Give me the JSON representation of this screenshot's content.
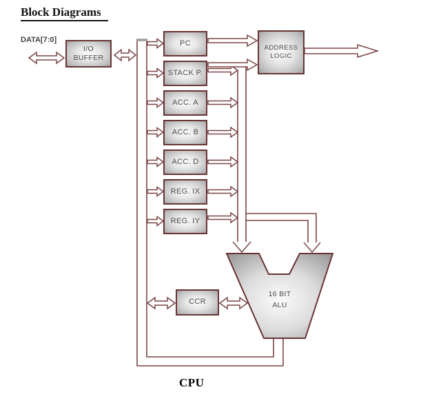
{
  "title": "Block Diagrams",
  "cpu_label": "CPU",
  "data_bus_label": "DATA[7:0]",
  "blocks": {
    "io_buffer": {
      "line1": "I/O",
      "line2": "BUFFER"
    },
    "pc": {
      "label": "PC"
    },
    "stack_pointer": {
      "label": "STACK P."
    },
    "acc_a": {
      "label": "ACC. A"
    },
    "acc_b": {
      "label": "ACC. B"
    },
    "acc_d": {
      "label": "ACC. D"
    },
    "reg_ix": {
      "label": "REG. IX"
    },
    "reg_iy": {
      "label": "REG. IY"
    },
    "address_logic": {
      "line1": "ADDRESS",
      "line2": "LOGIC"
    },
    "ccr": {
      "label": "CCR"
    },
    "alu": {
      "line1": "16 BIT",
      "line2": "ALU"
    }
  },
  "colors": {
    "accent": "#7a4444",
    "block_border": "#693333",
    "block_text": "#4b4b4b",
    "bus_cap": "#9a9a9a",
    "page_bg": "#ffffff"
  }
}
